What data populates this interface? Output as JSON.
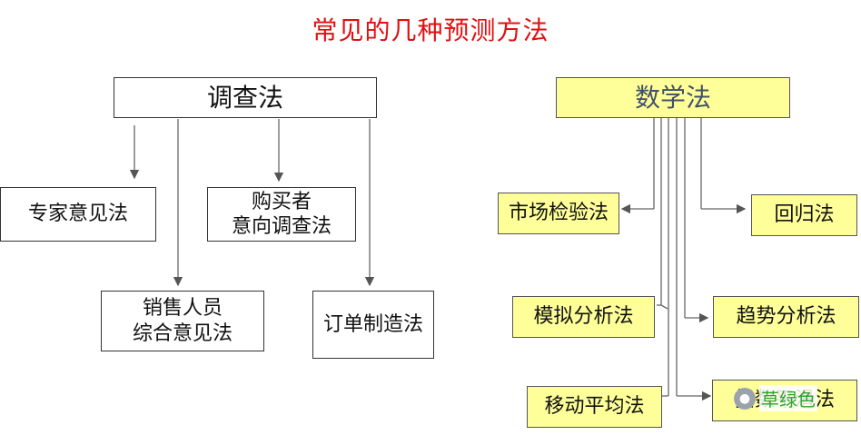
{
  "title": "常见的几种预测方法",
  "left": {
    "root": "调查法",
    "children": [
      "专家意见法",
      "购买者\n意向调查法",
      "销售人员\n综合意见法",
      "订单制造法"
    ]
  },
  "right": {
    "root": "数学法",
    "children": [
      "市场检验法",
      "回归法",
      "模拟分析法",
      "趋势分析法",
      "移动平均法",
      "指数平滑法"
    ]
  },
  "watermark": {
    "text": "草绿色",
    "icon": "wechat-icon"
  },
  "colors": {
    "title": "#e01010",
    "yellow_box": "#ffff99",
    "watermark": "#2aa52a"
  }
}
